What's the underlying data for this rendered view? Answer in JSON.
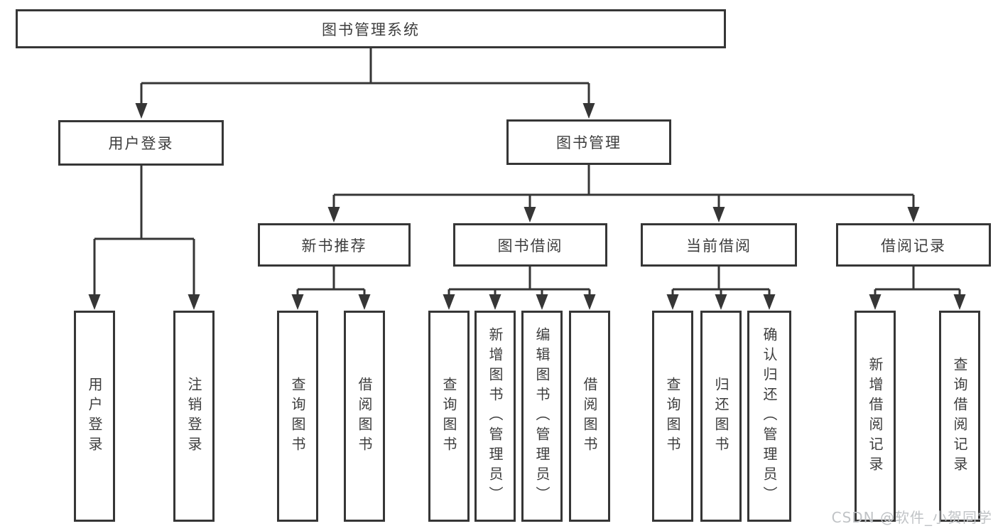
{
  "title": "图书管理系统",
  "watermark": "CSDN @软件_小贺同学",
  "colors": {
    "line": "#363636",
    "box_border": "#363636",
    "text": "#3d3d3d",
    "watermark": "#c0c3c6",
    "background": "#ffffff"
  },
  "tree": {
    "root": {
      "label": "图书管理系统",
      "children": [
        {
          "label": "用户登录",
          "children": [
            {
              "label": "用户登录"
            },
            {
              "label": "注销登录"
            }
          ]
        },
        {
          "label": "图书管理",
          "children": [
            {
              "label": "新书推荐",
              "children": [
                {
                  "label": "查询图书"
                },
                {
                  "label": "借阅图书"
                }
              ]
            },
            {
              "label": "图书借阅",
              "children": [
                {
                  "label": "查询图书"
                },
                {
                  "label": "新增图书（管理员）"
                },
                {
                  "label": "编辑图书（管理员）"
                },
                {
                  "label": "借阅图书"
                }
              ]
            },
            {
              "label": "当前借阅",
              "children": [
                {
                  "label": "查询图书"
                },
                {
                  "label": "归还图书"
                },
                {
                  "label": "确认归还（管理员）"
                }
              ]
            },
            {
              "label": "借阅记录",
              "children": [
                {
                  "label": "新增借阅记录"
                },
                {
                  "label": "查询借阅记录"
                }
              ]
            }
          ]
        }
      ]
    }
  }
}
